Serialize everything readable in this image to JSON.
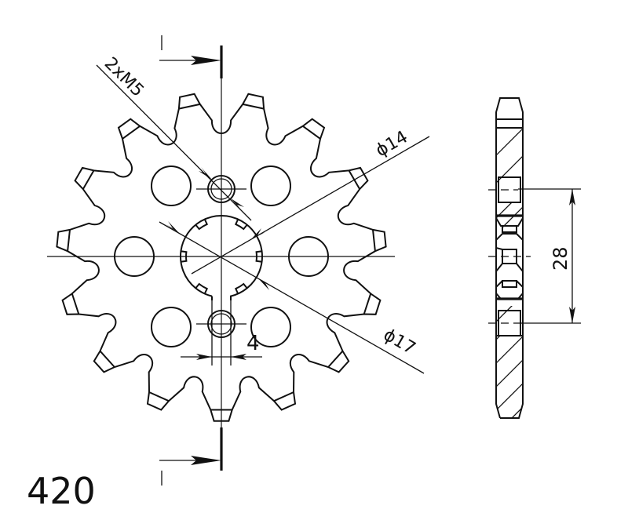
{
  "drawing": {
    "type": "front sprocket technical drawing",
    "chain_pitch_label": "420",
    "tooth_count": 15,
    "section_marker": "I",
    "dimensions": {
      "bolt_holes": "2xM5",
      "inner_diameter": "ϕ14",
      "outer_spline_diameter": "ϕ17",
      "spline_slot_width": "4",
      "bolt_hole_spacing": "28"
    }
  },
  "colors": {
    "line": "#111111",
    "background": "#ffffff"
  }
}
